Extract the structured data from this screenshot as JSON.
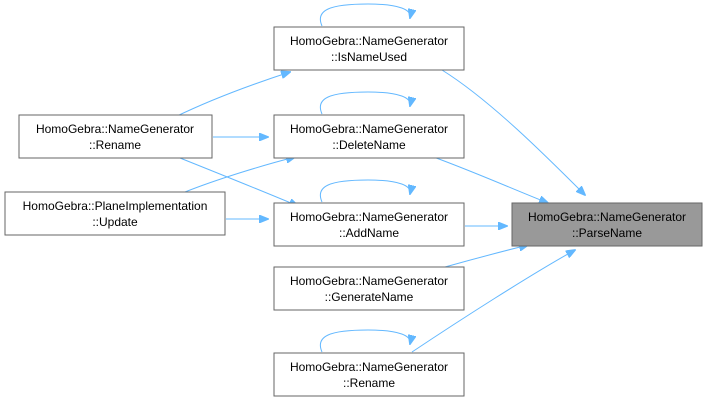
{
  "colors": {
    "edge": "#63b8ff",
    "node_border": "#666666",
    "node_fill": "#ffffff",
    "highlight_fill": "#999999",
    "text": "#000000"
  },
  "nodes": {
    "is_name_used": {
      "line1": "HomoGebra::NameGenerator",
      "line2": "::IsNameUsed"
    },
    "delete_name": {
      "line1": "HomoGebra::NameGenerator",
      "line2": "::DeleteName"
    },
    "add_name": {
      "line1": "HomoGebra::NameGenerator",
      "line2": "::AddName"
    },
    "generate_name": {
      "line1": "HomoGebra::NameGenerator",
      "line2": "::GenerateName"
    },
    "rename_right": {
      "line1": "HomoGebra::NameGenerator",
      "line2": "::Rename"
    },
    "rename_left": {
      "line1": "HomoGebra::NameGenerator",
      "line2": "::Rename"
    },
    "plane_update": {
      "line1": "HomoGebra::PlaneImplementation",
      "line2": "::Update"
    },
    "parse_name": {
      "line1": "HomoGebra::NameGenerator",
      "line2": "::ParseName"
    }
  },
  "edges": [
    {
      "from": "is_name_used",
      "to": "parse_name"
    },
    {
      "from": "delete_name",
      "to": "parse_name"
    },
    {
      "from": "add_name",
      "to": "parse_name"
    },
    {
      "from": "generate_name",
      "to": "parse_name"
    },
    {
      "from": "rename_right",
      "to": "parse_name"
    },
    {
      "from": "rename_left",
      "to": "is_name_used"
    },
    {
      "from": "rename_left",
      "to": "delete_name"
    },
    {
      "from": "rename_left",
      "to": "add_name"
    },
    {
      "from": "plane_update",
      "to": "delete_name"
    },
    {
      "from": "plane_update",
      "to": "add_name"
    },
    {
      "from": "is_name_used",
      "to": "is_name_used"
    },
    {
      "from": "delete_name",
      "to": "delete_name"
    },
    {
      "from": "add_name",
      "to": "add_name"
    },
    {
      "from": "rename_right",
      "to": "rename_right"
    }
  ]
}
